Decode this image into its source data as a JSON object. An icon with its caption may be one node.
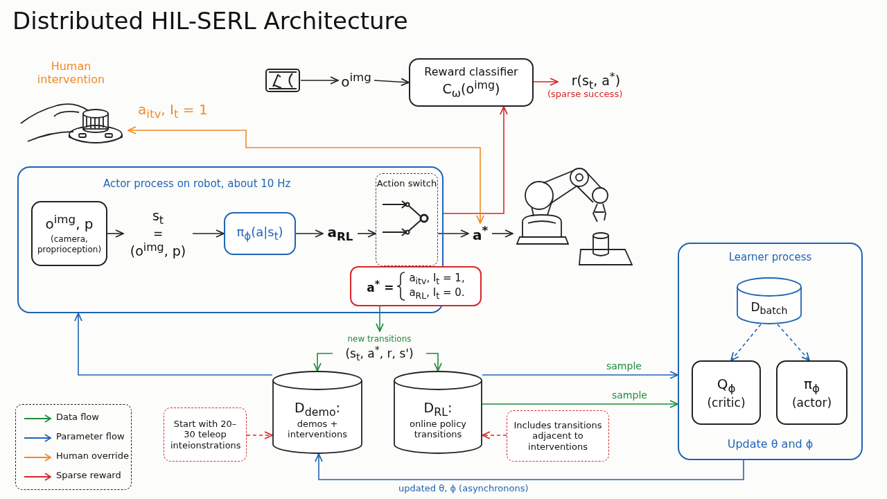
{
  "diagram": {
    "title": "Distributed HIL-SERL Architecture",
    "nodes": [
      {
        "text": [
          "Human intervention"
        ]
      },
      {
        "text": [],
        "shape": "picture"
      },
      {
        "text": [
          "o$^{img}$"
        ]
      },
      {
        "text": [
          "Reward classifier",
          "C$_{ω}$(o$^{img}$)"
        ]
      },
      {
        "text": [
          "r(s$_{t}$, a$^{*}$)"
        ],
        "beside": [
          "(sparse success)"
        ]
      },
      {
        "text": [
          "Actor process on robot, about 10 Hz"
        ]
      },
      {
        "text": [
          "o$^{img}$, p",
          "(camera, proprioception)"
        ],
        "in": 5
      },
      {
        "text": [
          "s$_{t}$",
          "=",
          "(o$^{img}$, p)"
        ],
        "in": 5
      },
      {
        "text": [
          "π$_{ϕ}$(a|s$_{t}$)"
        ],
        "in": 5
      },
      {
        "text": [
          "a$_{RL}$"
        ],
        "in": 5
      },
      {
        "text": [
          "Action switch"
        ],
        "in": 5
      },
      {
        "text": [
          "a$^{*}$ =",
          "a$_{itv}$,  I$_{t}$ = 1,",
          "a$_{RL}$,  I$_{t}$ = 0."
        ]
      },
      {
        "text": [
          "a$^{*}$"
        ]
      },
      {
        "text": [],
        "shape": "picture"
      },
      {
        "text": [
          "Learner process",
          "Update θ and ϕ"
        ]
      },
      {
        "text": [
          "D$_{batch}$"
        ],
        "in": 14
      },
      {
        "text": [
          "Q$_{ϕ}$",
          "(critic)"
        ],
        "in": 14
      },
      {
        "text": [
          "π$_{ϕ}$",
          "(actor)"
        ],
        "in": 14
      },
      {
        "text": [
          "new transitions",
          "(s$_{t}$, a$^{*}$, r, s')"
        ]
      },
      {
        "text": [
          "D$_{demo}$:",
          "demos + interventions"
        ]
      },
      {
        "text": [
          "D$_{RL}$:",
          "online policy transitions"
        ]
      },
      {
        "text": [
          "Start with 20–30 teleop inteionstrations"
        ]
      },
      {
        "text": [
          "Includes transitions adjacent to interventions"
        ]
      }
    ],
    "edges": [
      {
        "from": 1,
        "to": 2,
        "arrow": "to"
      },
      {
        "from": 2,
        "to": 3,
        "arrow": "to"
      },
      {
        "from": 3,
        "to": 4,
        "arrow": "to",
        "color": "#d62728"
      },
      {
        "from": 6,
        "to": 7,
        "arrow": "to"
      },
      {
        "from": 7,
        "to": 8,
        "arrow": "to"
      },
      {
        "from": 8,
        "to": 9,
        "arrow": "to"
      },
      {
        "from": 9,
        "to": 10,
        "arrow": "to"
      },
      {
        "from": 10,
        "to": 12,
        "arrow": "to"
      },
      {
        "from": 12,
        "to": 13,
        "arrow": "to"
      },
      {
        "from": 5,
        "to": 3,
        "arrow": "to",
        "color": "#d62728"
      },
      {
        "from": 12,
        "to": 0,
        "arrow": "both",
        "color": "#f08a24",
        "label": "a$_{itv}$, I$_{t}$ = 1"
      },
      {
        "from": 11,
        "to": 18,
        "arrow": "to",
        "color": "#1e8c3a"
      },
      {
        "from": 18,
        "to": 19,
        "arrow": "to",
        "color": "#1e8c3a"
      },
      {
        "from": 18,
        "to": 20,
        "arrow": "to",
        "color": "#1e8c3a"
      },
      {
        "from": 19,
        "to": 5,
        "arrow": "to",
        "color": "#1f63b5"
      },
      {
        "from": 20,
        "to": 14,
        "arrow": "to",
        "color": "#1f63b5",
        "label": "sample"
      },
      {
        "from": 20,
        "to": 14,
        "arrow": "to",
        "color": "#1e8c3a",
        "label": "sample"
      },
      {
        "from": 14,
        "to": 19,
        "arrow": "to",
        "color": "#1f63b5",
        "label": "updated θ, ϕ (asynchronons)"
      },
      {
        "from": 15,
        "to": 16,
        "arrow": "to",
        "color": "#1f63b5",
        "style": "dashed"
      },
      {
        "from": 15,
        "to": 17,
        "arrow": "to",
        "color": "#1f63b5",
        "style": "dashed"
      },
      {
        "from": 21,
        "to": 19,
        "arrow": "to",
        "color": "#d62728",
        "style": "dashed"
      },
      {
        "from": 22,
        "to": 20,
        "arrow": "to",
        "color": "#d62728",
        "style": "dashed"
      }
    ],
    "legend": [
      {
        "text": "Data flow",
        "color": "#1e8c3a"
      },
      {
        "text": "Parameter flow",
        "color": "#1f63b5"
      },
      {
        "text": "Human override",
        "color": "#f08a24"
      },
      {
        "text": "Sparse reward",
        "color": "#d62728"
      }
    ]
  }
}
